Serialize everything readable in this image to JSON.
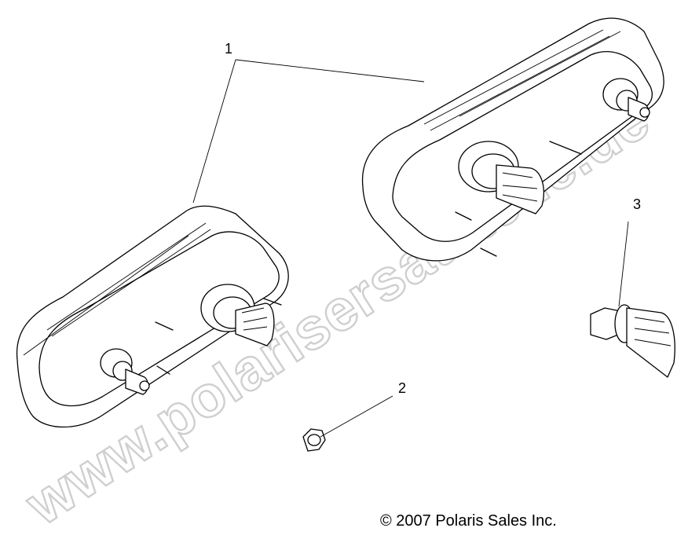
{
  "callouts": [
    "1",
    "2",
    "3"
  ],
  "copyright": "© 2007 Polaris Sales Inc.",
  "watermark": "www.polarisersatzteile.de",
  "parts": [
    {
      "number": "1",
      "description": "taillight-assembly"
    },
    {
      "number": "2",
      "description": "nut"
    },
    {
      "number": "3",
      "description": "bulb-socket"
    }
  ]
}
